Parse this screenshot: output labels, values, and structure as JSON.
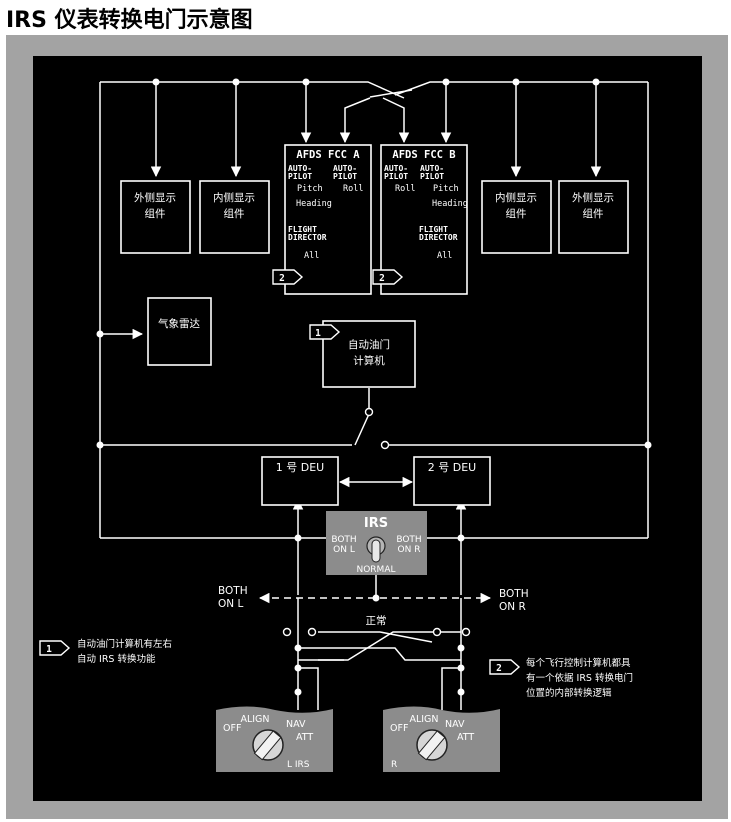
{
  "title": "IRS 仪表转换电门示意图",
  "colors": {
    "background": "#000000",
    "frame": "#a3a3a3",
    "line": "#ffffff",
    "switch_panel": "#8c8c8c"
  },
  "boxes": {
    "outer_display_left": [
      "外侧显示",
      "组件"
    ],
    "inner_display_left": [
      "内侧显示",
      "组件"
    ],
    "inner_display_right": [
      "内侧显示",
      "组件"
    ],
    "outer_display_right": [
      "外侧显示",
      "组件"
    ],
    "weather_radar": "气象雷达",
    "autothrottle": [
      "自动油门",
      "计算机"
    ],
    "deu_1": "1 号 DEU",
    "deu_2": "2 号 DEU"
  },
  "fcc_a": {
    "title": "AFDS FCC A",
    "autopilot_1": [
      "AUTO-",
      "PILOT"
    ],
    "autopilot_2": [
      "AUTO-",
      "PILOT"
    ],
    "row1_left": "Pitch",
    "row1_right": "Roll",
    "row2_left": "Heading",
    "fd": [
      "FLIGHT",
      "DIRECTOR"
    ],
    "all": "All",
    "flag": "2"
  },
  "fcc_b": {
    "title": "AFDS FCC B",
    "autopilot_1": [
      "AUTO-",
      "PILOT"
    ],
    "autopilot_2": [
      "AUTO-",
      "PILOT"
    ],
    "row1_left": "Roll",
    "row1_right": "Pitch",
    "row2_right": "Heading",
    "fd": [
      "FLIGHT",
      "DIRECTOR"
    ],
    "all": "All",
    "flag": "2"
  },
  "autothrottle_flag": "1",
  "irs_switch": {
    "title": "IRS",
    "left": [
      "BOTH",
      "ON L"
    ],
    "right": [
      "BOTH",
      "ON R"
    ],
    "bottom": "NORMAL"
  },
  "both_on_l": [
    "BOTH",
    "ON L"
  ],
  "both_on_r": [
    "BOTH",
    "ON R"
  ],
  "normal_label": "正常",
  "mode_selector_left": {
    "positions": [
      "ALIGN",
      "OFF",
      "NAV",
      "ATT"
    ],
    "label": "L IRS"
  },
  "mode_selector_right": {
    "positions": [
      "ALIGN",
      "OFF",
      "NAV",
      "ATT"
    ],
    "label": "R"
  },
  "notes": {
    "note1_flag": "1",
    "note1": [
      "自动油门计算机有左右",
      "自动 IRS 转换功能"
    ],
    "note2_flag": "2",
    "note2": [
      "每个飞行控制计算机都具",
      "有一个依据 IRS 转换电门",
      "位置的内部转换逻辑"
    ]
  }
}
